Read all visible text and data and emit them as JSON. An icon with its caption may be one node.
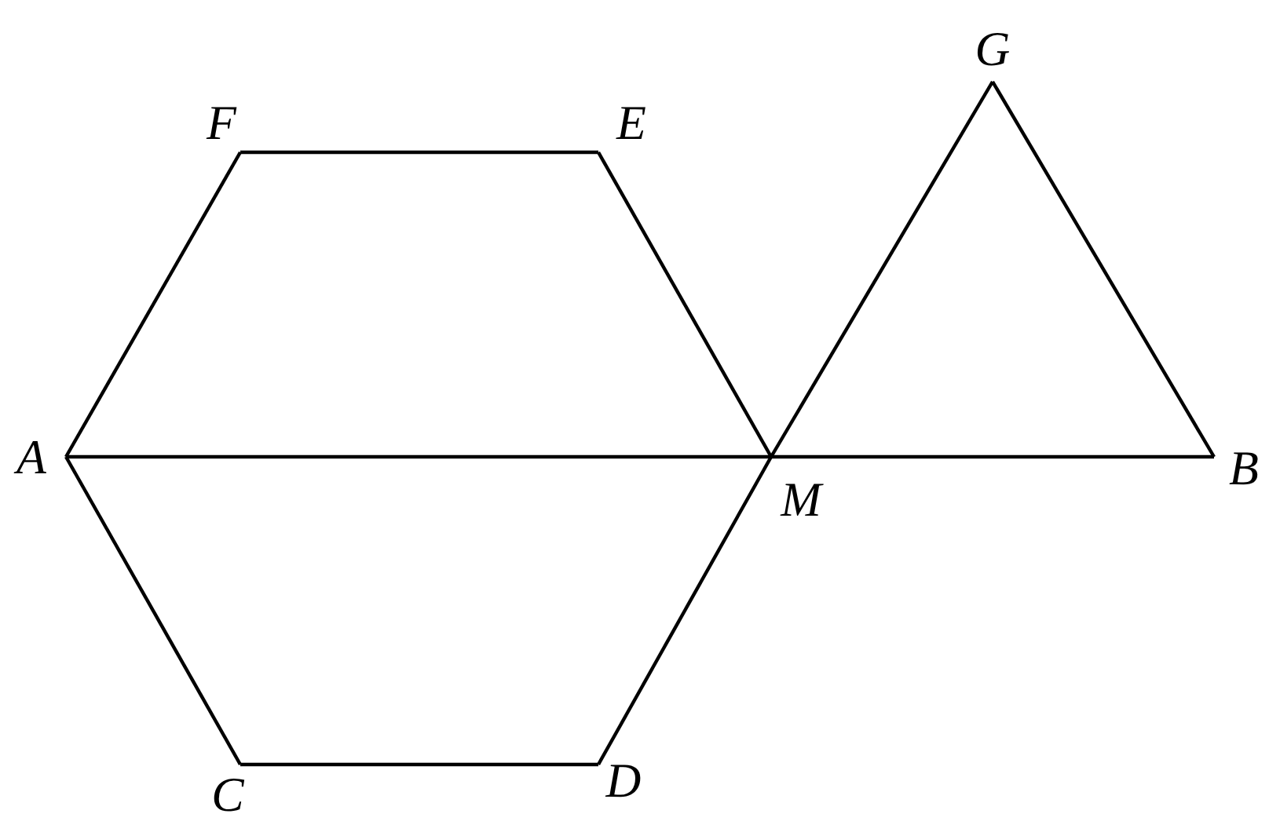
{
  "diagram": {
    "nodes": [
      {
        "text": [
          "G"
        ]
      },
      {
        "text": [
          "F"
        ]
      },
      {
        "text": [
          "E"
        ]
      },
      {
        "text": [
          "A"
        ]
      },
      {
        "text": [
          "M"
        ]
      },
      {
        "text": [
          "B"
        ]
      },
      {
        "text": [
          "C"
        ]
      },
      {
        "text": [
          "D"
        ]
      }
    ],
    "edges": [
      {
        "from": 1,
        "to": 2,
        "arrow": "none"
      },
      {
        "from": 3,
        "to": 1,
        "arrow": "none"
      },
      {
        "from": 2,
        "to": 4,
        "arrow": "none"
      },
      {
        "from": 3,
        "to": 4,
        "arrow": "none"
      },
      {
        "from": 4,
        "to": 5,
        "arrow": "none"
      },
      {
        "from": 4,
        "to": 0,
        "arrow": "none"
      },
      {
        "from": 0,
        "to": 5,
        "arrow": "none"
      },
      {
        "from": 3,
        "to": 6,
        "arrow": "none"
      },
      {
        "from": 6,
        "to": 7,
        "arrow": "none"
      },
      {
        "from": 7,
        "to": 4,
        "arrow": "none"
      }
    ]
  }
}
